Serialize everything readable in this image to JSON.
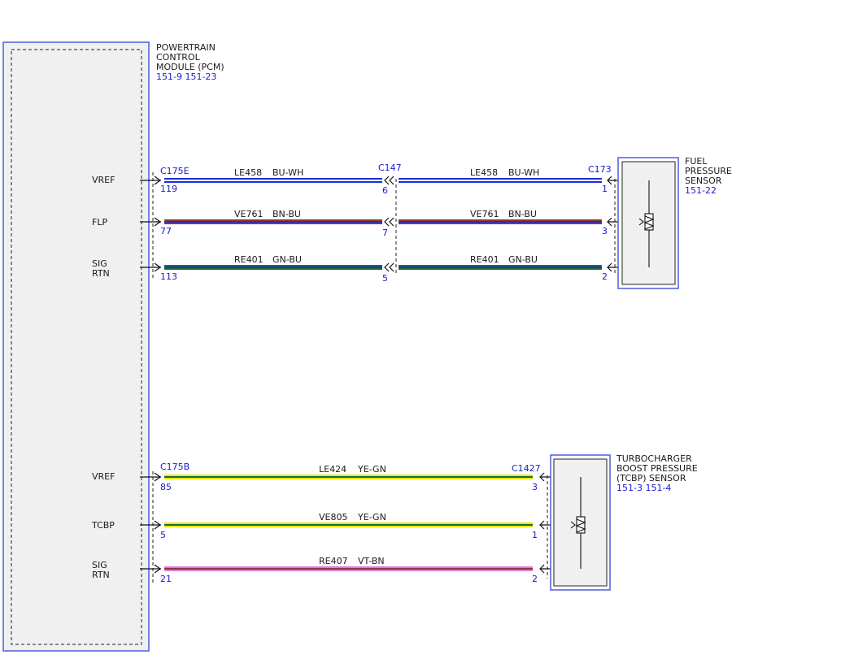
{
  "colors": {
    "module_border": "#4a5ed8",
    "module_fill": "#f0f0f0",
    "connector_text": "#1a1acc",
    "blue": "#1a2fd6",
    "white": "#ffffff",
    "brown": "#8b3a3a",
    "green": "#1f6b3a",
    "yellow": "#e8e800",
    "violet": "#e07ad8",
    "wire_black": "#111111"
  },
  "pcm": {
    "title_lines": [
      "POWERTRAIN",
      "CONTROL",
      "MODULE (PCM)"
    ],
    "refs": "151-9  151-23",
    "pins": [
      {
        "label_lines": [
          "VREF"
        ]
      },
      {
        "label_lines": [
          "FLP"
        ]
      },
      {
        "label_lines": [
          "SIG",
          "RTN"
        ]
      },
      {
        "label_lines": [
          "VREF"
        ]
      },
      {
        "label_lines": [
          "TCBP"
        ]
      },
      {
        "label_lines": [
          "SIG",
          "RTN"
        ]
      }
    ]
  },
  "fuel_sensor": {
    "title_lines": [
      "FUEL",
      "PRESSURE",
      "SENSOR"
    ],
    "refs": "151-22",
    "icon": "sensor-resistor-icon"
  },
  "tcbp_sensor": {
    "title_lines": [
      "TURBOCHARGER",
      "BOOST PRESSURE",
      "(TCBP) SENSOR"
    ],
    "refs": "151-3 151-4",
    "icon": "sensor-resistor-icon"
  },
  "connectors": {
    "c175e": "C175E",
    "c147": "C147",
    "c173": "C173",
    "c175b": "C175B",
    "c1427": "C1427"
  },
  "wires_fuel": [
    {
      "circuit": "LE458",
      "color": "BU-WH",
      "pcm_pin": "119",
      "mid_pin": "6",
      "sensor_pin": "1",
      "base": "blue",
      "stripe": "white"
    },
    {
      "circuit": "VE761",
      "color": "BN-BU",
      "pcm_pin": "77",
      "mid_pin": "7",
      "sensor_pin": "3",
      "base": "brown",
      "stripe": "blue"
    },
    {
      "circuit": "RE401",
      "color": "GN-BU",
      "pcm_pin": "113",
      "mid_pin": "5",
      "sensor_pin": "2",
      "base": "green",
      "stripe": "blue"
    }
  ],
  "wires_tcbp": [
    {
      "circuit": "LE424",
      "color": "YE-GN",
      "pcm_pin": "85",
      "sensor_pin": "3",
      "base": "yellow",
      "stripe": "green"
    },
    {
      "circuit": "VE805",
      "color": "YE-GN",
      "pcm_pin": "5",
      "sensor_pin": "1",
      "base": "yellow",
      "stripe": "green"
    },
    {
      "circuit": "RE407",
      "color": "VT-BN",
      "pcm_pin": "21",
      "sensor_pin": "2",
      "base": "violet",
      "stripe": "brown"
    }
  ]
}
